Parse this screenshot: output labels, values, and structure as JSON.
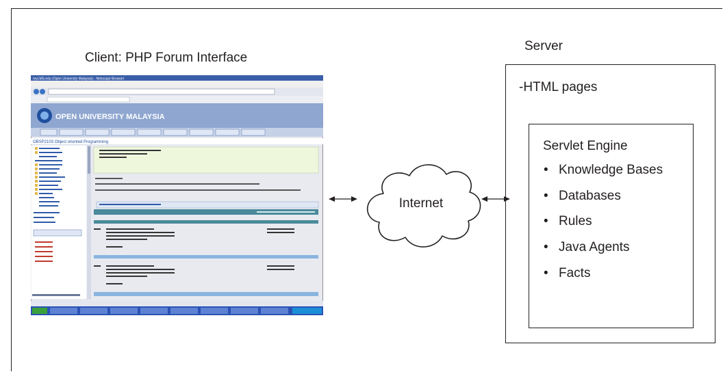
{
  "client": {
    "title": "Client: PHP Forum Interface"
  },
  "network": {
    "label": "Internet"
  },
  "server": {
    "title": "Server",
    "html_pages": "-HTML pages",
    "engine": {
      "title": "Servlet Engine",
      "items": [
        "Knowledge Bases",
        "Databases",
        "Rules",
        "Java Agents",
        "Facts"
      ]
    }
  },
  "screenshot": {
    "window_title": "myLMS.edu (Open University Malaysia) - Netscape Browser",
    "banner": "OPEN UNIVERSITY MALAYSIA",
    "course_title": "OBSP2103 Object oriented Programming"
  }
}
